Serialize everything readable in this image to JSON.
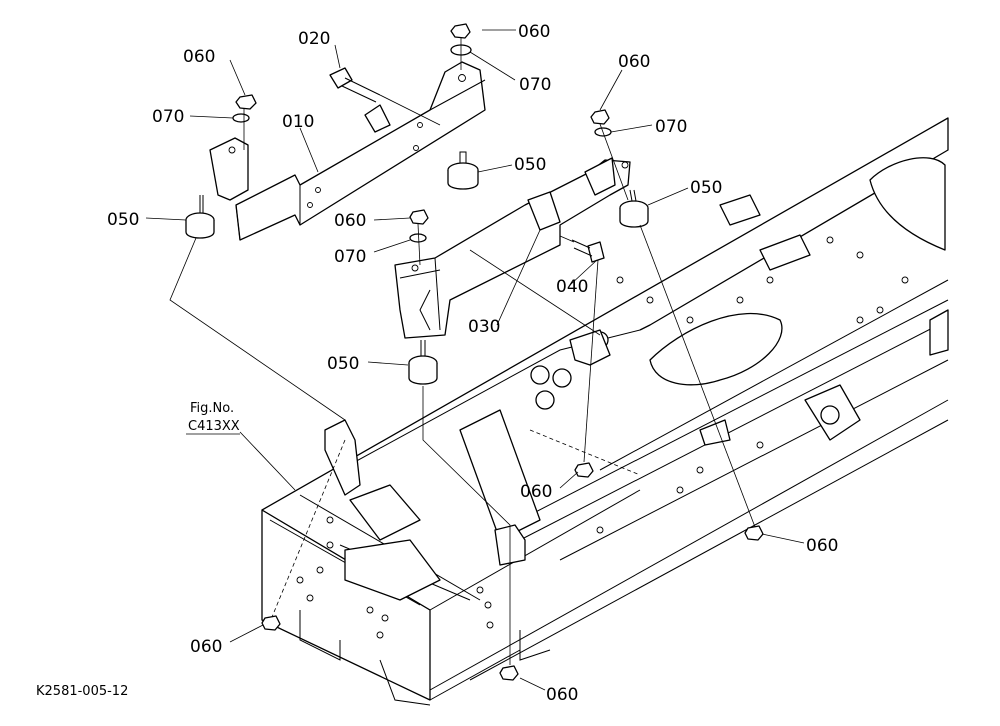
{
  "diagram": {
    "figure_reference_prefix": "Fig.No.",
    "figure_reference_code": "C413XX",
    "drawing_code": "K2581-005-12",
    "part_labels": {
      "p010": "010",
      "p020": "020",
      "p030": "030",
      "p040": "040",
      "p050": "050",
      "p060": "060",
      "p070": "070"
    }
  }
}
